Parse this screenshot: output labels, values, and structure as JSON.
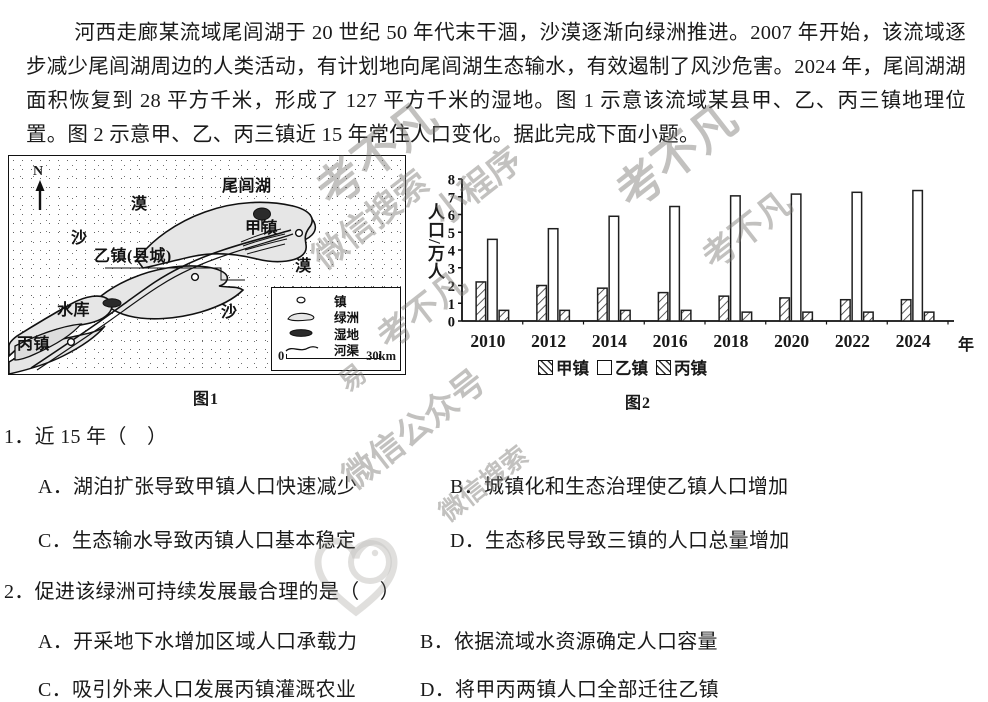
{
  "passage": {
    "indent_marker": "　　",
    "text": "河西走廊某流域尾闾湖于 20 世纪 50 年代末干涸，沙漠逐渐向绿洲推进。2007 年开始，该流域逐步减少尾闾湖周边的人类活动，有计划地向尾闾湖生态输水，有效遏制了风沙危害。2024 年，尾闾湖湖面积恢复到 28 平方千米，形成了 127 平方千米的湿地。图 1 示意该流域某县甲、乙、丙三镇地理位置。图 2 示意甲、乙、丙三镇近 15 年常住人口变化。据此完成下面小题。"
  },
  "map": {
    "caption": "图1",
    "compass_label": "N",
    "labels": {
      "lake": "尾闾湖",
      "town_jia": "甲镇",
      "town_yi": "乙镇(县城)",
      "town_bing": "丙镇",
      "reservoir": "水库",
      "desert_1": "漠",
      "desert_2": "漠",
      "sand_1": "沙",
      "sand_2": "沙"
    },
    "legend": {
      "items": [
        {
          "symbol": "town-symbol",
          "label": "镇"
        },
        {
          "symbol": "oasis-symbol",
          "label": "绿洲"
        },
        {
          "symbol": "wetland-symbol",
          "label": "湿地"
        },
        {
          "symbol": "river-symbol",
          "label": "河渠"
        }
      ],
      "scale_start": "0",
      "scale_end": "30km"
    }
  },
  "chart_data": {
    "type": "bar",
    "title": "图2",
    "xlabel": "年",
    "ylabel": "人口/万人",
    "categories": [
      "2010",
      "2012",
      "2014",
      "2016",
      "2018",
      "2020",
      "2022",
      "2024"
    ],
    "series": [
      {
        "name": "甲镇",
        "pattern": "hatched",
        "values": [
          2.2,
          2.0,
          1.85,
          1.6,
          1.4,
          1.3,
          1.2,
          1.2
        ]
      },
      {
        "name": "乙镇",
        "pattern": "white",
        "values": [
          4.6,
          5.2,
          5.9,
          6.45,
          7.05,
          7.15,
          7.25,
          7.35
        ]
      },
      {
        "name": "丙镇",
        "pattern": "hatched",
        "values": [
          0.6,
          0.6,
          0.6,
          0.6,
          0.5,
          0.5,
          0.5,
          0.5
        ]
      }
    ],
    "ylim": [
      0,
      8
    ],
    "yticks": [
      "0",
      "1",
      "2",
      "3",
      "4",
      "5",
      "6",
      "7",
      "8"
    ],
    "grid": false,
    "legend_position": "bottom"
  },
  "questions": [
    {
      "number": "1．",
      "stem": "近 15 年（　）",
      "options": [
        {
          "key": "A．",
          "text": "湖泊扩张导致甲镇人口快速减少"
        },
        {
          "key": "B．",
          "text": "城镇化和生态治理使乙镇人口增加"
        },
        {
          "key": "C．",
          "text": "生态输水导致丙镇人口基本稳定"
        },
        {
          "key": "D．",
          "text": "生态移民导致三镇的人口总量增加"
        }
      ]
    },
    {
      "number": "2．",
      "stem": "促进该绿洲可持续发展最合理的是（　）",
      "options": [
        {
          "key": "A．",
          "text": "开采地下水增加区域人口承载力"
        },
        {
          "key": "B．",
          "text": "依据流域水资源确定人口容量"
        },
        {
          "key": "C．",
          "text": "吸引外来人口发展丙镇灌溉农业"
        },
        {
          "key": "D．",
          "text": "将甲丙两镇人口全部迁往乙镇"
        }
      ]
    }
  ],
  "watermarks": {
    "brand": "考不凡",
    "search": "微信搜索",
    "mini_program": "小程序",
    "official_account": "微信公众号",
    "easy": "易"
  }
}
